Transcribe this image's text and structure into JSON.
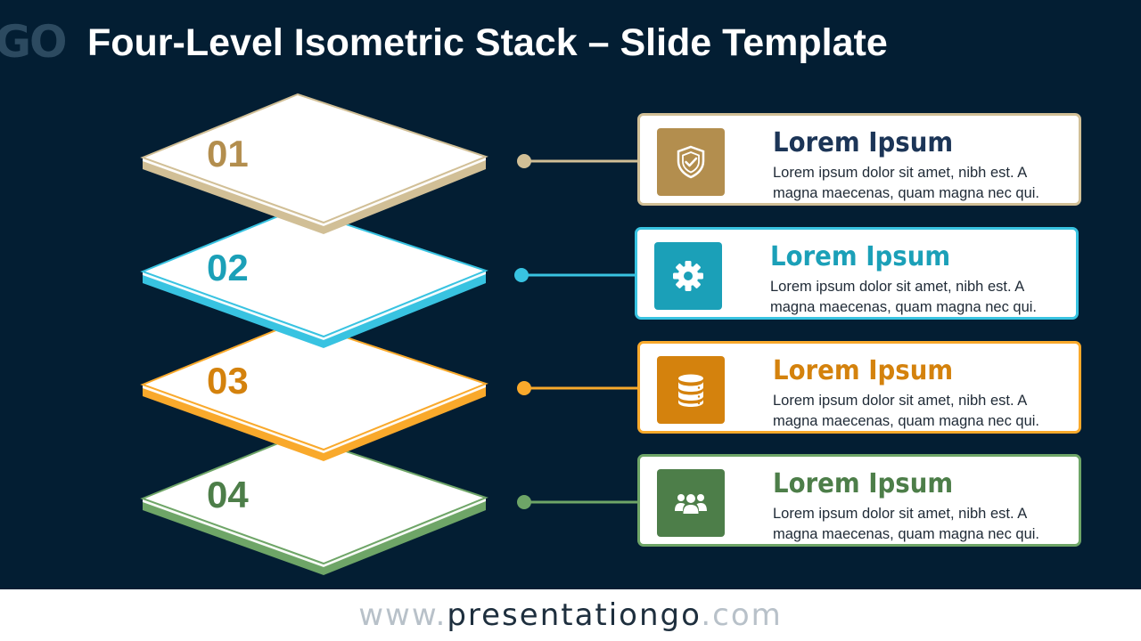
{
  "slide": {
    "title": "Four-Level Isometric Stack – Slide Template",
    "logo_text": "GO"
  },
  "layers": [
    {
      "number": "01",
      "color": "#d1bf96",
      "num_color": "#b38e4e",
      "dot_color": "#d1bf96"
    },
    {
      "number": "02",
      "color": "#38c3e1",
      "num_color": "#1ba0b8",
      "dot_color": "#38c3e1"
    },
    {
      "number": "03",
      "color": "#f9a92b",
      "num_color": "#d4820d",
      "dot_color": "#f9a92b"
    },
    {
      "number": "04",
      "color": "#6ea567",
      "num_color": "#4d7e49",
      "dot_color": "#6ea567"
    }
  ],
  "cards": [
    {
      "title": "Lorem Ipsum",
      "body": "Lorem ipsum dolor sit amet, nibh est. A magna maecenas, quam magna nec qui.",
      "icon": "shield-check-icon",
      "border_color": "#d1bf96",
      "icon_bg": "#b38e4e",
      "title_color": "#1c3557"
    },
    {
      "title": "Lorem Ipsum",
      "body": "Lorem ipsum dolor sit amet, nibh est. A magna maecenas, quam magna nec qui.",
      "icon": "gear-icon",
      "border_color": "#38c3e1",
      "icon_bg": "#1ba0b8",
      "title_color": "#1ba0b8"
    },
    {
      "title": "Lorem Ipsum",
      "body": "Lorem ipsum dolor sit amet, nibh est. A magna maecenas, quam magna nec qui.",
      "icon": "database-icon",
      "border_color": "#f9a92b",
      "icon_bg": "#d4820d",
      "title_color": "#d4820d"
    },
    {
      "title": "Lorem Ipsum",
      "body": "Lorem ipsum dolor sit amet, nibh est. A magna maecenas, quam magna nec qui.",
      "icon": "people-group-icon",
      "border_color": "#6ea567",
      "icon_bg": "#4d7e49",
      "title_color": "#4d7e49"
    }
  ],
  "footer": {
    "prefix": "www.",
    "brand": "presentationgo",
    "suffix": ".com"
  }
}
